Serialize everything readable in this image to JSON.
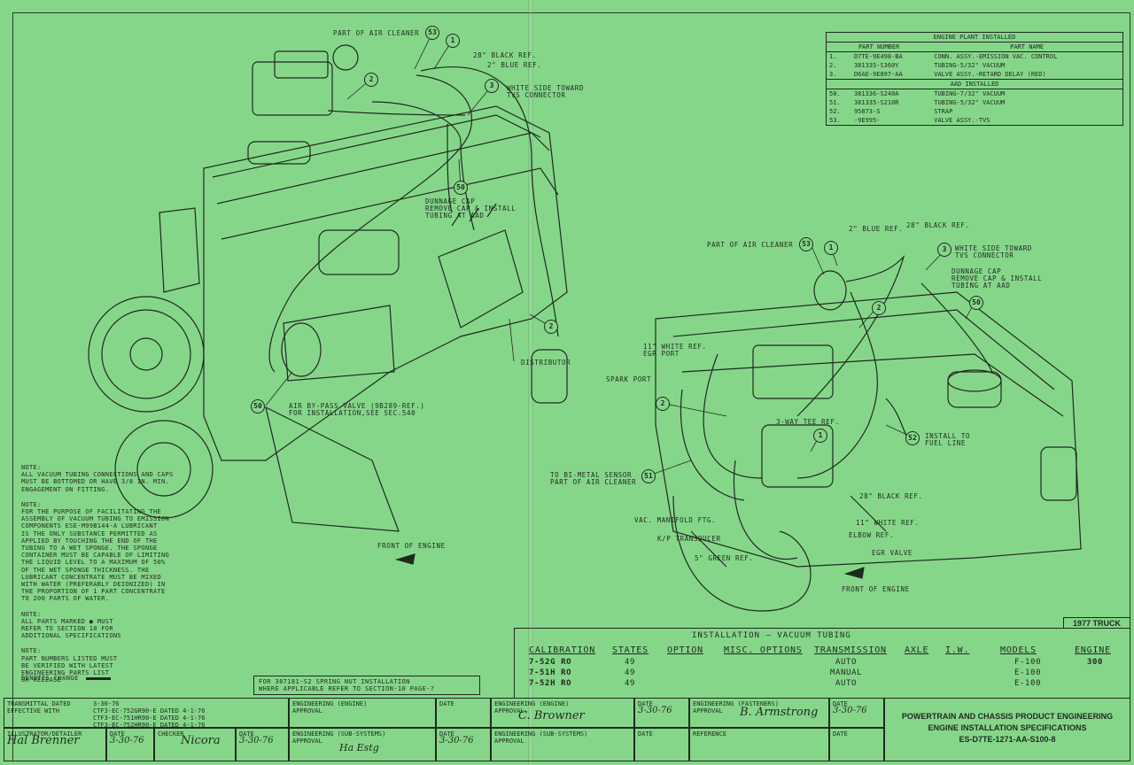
{
  "parts_table": {
    "plant_title": "ENGINE PLANT INSTALLED",
    "col_part_number": "PART NUMBER",
    "col_part_name": "PART NAME",
    "plant_rows": [
      {
        "no": "1.",
        "part": "D7TE-9E498-BA",
        "name": "CONN. ASSY.-EMISSION VAC. CONTROL"
      },
      {
        "no": "2.",
        "part": "381335-S360Y",
        "name": "TUBING-5/32\" VACUUM"
      },
      {
        "no": "3.",
        "part": "D6AE-9E897-AA",
        "name": "VALVE ASSY.-RETARD DELAY (RED)"
      }
    ],
    "aad_title": "AAD INSTALLED",
    "aad_rows": [
      {
        "no": "50.",
        "part": "381336-S240A",
        "name": "TUBING-7/32\" VACUUM"
      },
      {
        "no": "51.",
        "part": "381335-S210R",
        "name": "TUBING-5/32\" VACUUM"
      },
      {
        "no": "52.",
        "part": "95873-S",
        "name": "STRAP"
      },
      {
        "no": "53.",
        "part": "-9E995-",
        "name": "VALVE ASSY.-TVS"
      }
    ]
  },
  "left_labels": {
    "air_cleaner": "PART OF AIR CLEANER",
    "black_ref": "28\" BLACK REF.",
    "blue_ref": "2\" BLUE REF.",
    "white_side": "WHITE SIDE TOWARD",
    "tvs_connector": "TVS CONNECTOR",
    "dunnage1": "DUNNAGE CAP",
    "dunnage2": "REMOVE CAP & INSTALL",
    "dunnage3": "TUBING AT AAD",
    "distributor": "DISTRIBUTOR",
    "bypass1": "AIR BY-PASS VALVE (9B289-REF.)",
    "bypass2": "FOR INSTALLATION,SEE SEC.540",
    "front": "FRONT OF ENGINE"
  },
  "right_labels": {
    "blue_ref": "2\" BLUE REF.",
    "black_ref": "28\" BLACK REF.",
    "air_cleaner": "PART OF AIR CLEANER",
    "white_side": "WHITE SIDE TOWARD",
    "tvs_connector": "TVS CONNECTOR",
    "dunnage1": "DUNNAGE CAP",
    "dunnage2": "REMOVE CAP & INSTALL",
    "dunnage3": "TUBING AT AAD",
    "white11": "11\" WHITE REF.",
    "egr_port": "EGR PORT",
    "spark_port": "SPARK PORT",
    "tee": "3-WAY TEE REF.",
    "install_fuel1": "INSTALL TO",
    "install_fuel2": "FUEL LINE",
    "bimetal1": "TO BI-METAL SENSOR",
    "bimetal2": "PART OF AIR CLEANER",
    "black28b": "28\" BLACK REF.",
    "white11b": "11\" WHITE REF.",
    "elbow": "ELBOW REF.",
    "egr_valve": "EGR VALVE",
    "vac_manifold": "VAC. MANIFOLD FTG.",
    "kp_trans": "K/P TRANSDUCER",
    "green5": "5\" GREEN REF.",
    "front": "FRONT OF ENGINE"
  },
  "callouts": {
    "c53": "53",
    "c1": "1",
    "c2": "2",
    "c3": "3",
    "c50": "50",
    "c51": "51",
    "c52": "52"
  },
  "notes": [
    "NOTE:\nALL VACUUM TUBING CONNECTIONS AND CAPS\nMUST BE BOTTOMED OR HAVE 3/8 IN. MIN.\nENGAGEMENT ON FITTING.",
    "NOTE:\nFOR THE PURPOSE OF FACILITATING THE\nASSEMBLY OF VACUUM TUBING TO EMISSION\nCOMPONENTS ESE-M99B144-A LUBRICANT\nIS THE ONLY SUBSTANCE PERMITTED AS\nAPPLIED BY TOUCHING THE END OF THE\nTUBING TO A WET SPONGE. THE SPONGE\nCONTAINER MUST BE CAPABLE OF LIMITING\nTHE LIQUID LEVEL TO A MAXIMUM OF 50%\nOF THE WET SPONGE THICKNESS. THE\nLUBRICANT CONCENTRATE MUST BE MIXED\nWITH WATER (PREFERABLY DEIONIZED) IN\nTHE PROPORTION OF 1 PART CONCENTRATE\nTO 200 PARTS OF WATER.",
    "NOTE:\nALL PARTS MARKED ● MUST\nREFER TO SECTION 10 FOR\nADDITIONAL SPECIFICATIONS",
    "NOTE:\nPART NUMBERS LISTED MUST\nBE VERIFIED WITH LATEST\nENGINEERING PARTS LIST\nOR RELEASE"
  ],
  "denotes_change": "DENOTES CHANGE",
  "spring_note": "FOR 387181-S2 SPRING NUT INSTALLATION\nWHERE APPLICABLE REFER TO SECTION-10 PAGE-?",
  "truck_label": "1977 TRUCK",
  "installation": {
    "title": "INSTALLATION — VACUUM TUBING",
    "headers": {
      "calibration": "CALIBRATION",
      "states": "STATES",
      "option": "OPTION",
      "misc": "MISC. OPTIONS",
      "transmission": "TRANSMISSION",
      "axle": "AXLE",
      "iw": "I.W.",
      "models": "MODELS",
      "engine": "ENGINE"
    },
    "rows": [
      {
        "calibration": "7-52G RO",
        "states": "49",
        "transmission": "AUTO",
        "models": "F-100"
      },
      {
        "calibration": "7-51H RO",
        "states": "49",
        "transmission": "MANUAL",
        "models": "E-100"
      },
      {
        "calibration": "7-52H RO",
        "states": "49",
        "transmission": "AUTO",
        "models": "E-100"
      }
    ],
    "engine_value": "300"
  },
  "title_block": {
    "transmittal_label": "TRANSMITTAL DATED\nEFFECTIVE WITH",
    "transmittal_date": "3-30-76",
    "transmittal_lines": "CTF3-EC-752GR90-E  DATED 4-1-76\nCTF3-EC-751HR90-E  DATED 4-1-76\nCTF3-EC-752HR90-E  DATED 4-1-76",
    "eng_engine": "ENGINEERING (ENGINE)\nAPPROVAL",
    "date": "DATE",
    "eng_engine2": "ENGINEERING (ENGINE)\nAPPROVAL",
    "eng_engine2_sig": "C. Browner",
    "eng_engine2_date": "3-30-76",
    "eng_fasteners": "ENGINEERING (FASTENERS)\nAPPROVAL",
    "eng_fasteners_sig": "B. Armstrong",
    "eng_fasteners_date": "3-30-76",
    "illustrator": "ILLUSTRATOR/DETAILER",
    "illustrator_sig": "Hal Brenner",
    "illustrator_date": "3-30-76",
    "checker": "CHECKER",
    "checker_sig": "Nicora",
    "checker_date": "3-30-76",
    "eng_sub": "ENGINEERING (SUB-SYSTEMS)\nAPPROVAL",
    "eng_sub_sig": "Ha Estg",
    "eng_sub_date": "3-30-76",
    "eng_sub2": "ENGINEERING (SUB-SYSTEMS)\nAPPROVAL",
    "reference": "REFERENCE",
    "org1": "POWERTRAIN AND CHASSIS PRODUCT ENGINEERING",
    "org2": "ENGINE INSTALLATION SPECIFICATIONS",
    "doc_no": "ES-D7TE-1271-AA-S100-8"
  }
}
